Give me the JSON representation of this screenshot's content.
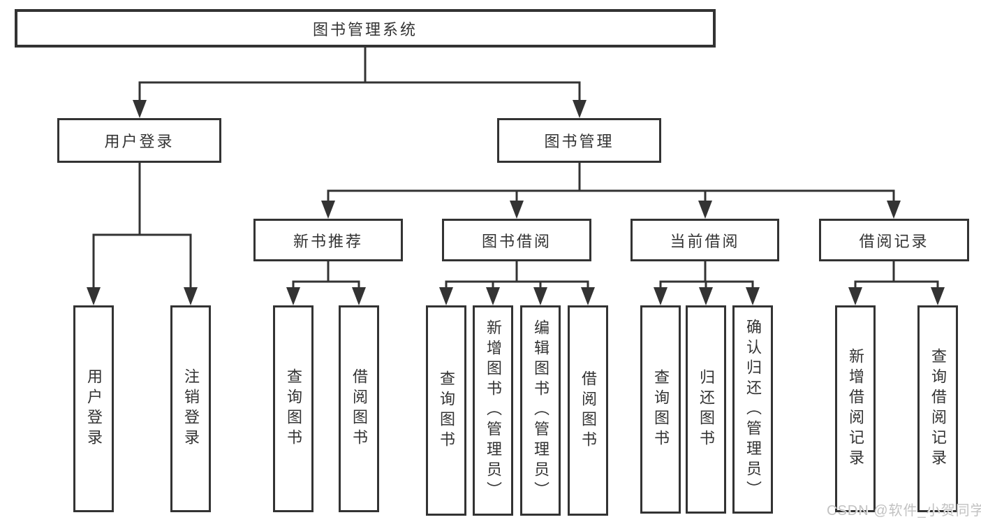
{
  "watermark": "CSDN @软件_小贺同学",
  "colors": {
    "line": "#333333",
    "text": "#333333",
    "box_background": "#ffffff",
    "watermark": "#c2c2c2",
    "background": "#ffffff"
  },
  "tree": {
    "root": {
      "label": "图书管理系统"
    },
    "branches": [
      {
        "label": "用户登录",
        "leaves": [
          {
            "label": "用户登录"
          },
          {
            "label": "注销登录"
          }
        ]
      },
      {
        "label": "图书管理",
        "children": [
          {
            "label": "新书推荐",
            "leaves": [
              {
                "label": "查询图书"
              },
              {
                "label": "借阅图书"
              }
            ]
          },
          {
            "label": "图书借阅",
            "leaves": [
              {
                "label": "查询图书"
              },
              {
                "label": "新增图书（管理员）"
              },
              {
                "label": "编辑图书（管理员）"
              },
              {
                "label": "借阅图书"
              }
            ]
          },
          {
            "label": "当前借阅",
            "leaves": [
              {
                "label": "查询图书"
              },
              {
                "label": "归还图书"
              },
              {
                "label": "确认归还（管理员）"
              }
            ]
          },
          {
            "label": "借阅记录",
            "leaves": [
              {
                "label": "新增借阅记录"
              },
              {
                "label": "查询借阅记录"
              }
            ]
          }
        ]
      }
    ]
  }
}
